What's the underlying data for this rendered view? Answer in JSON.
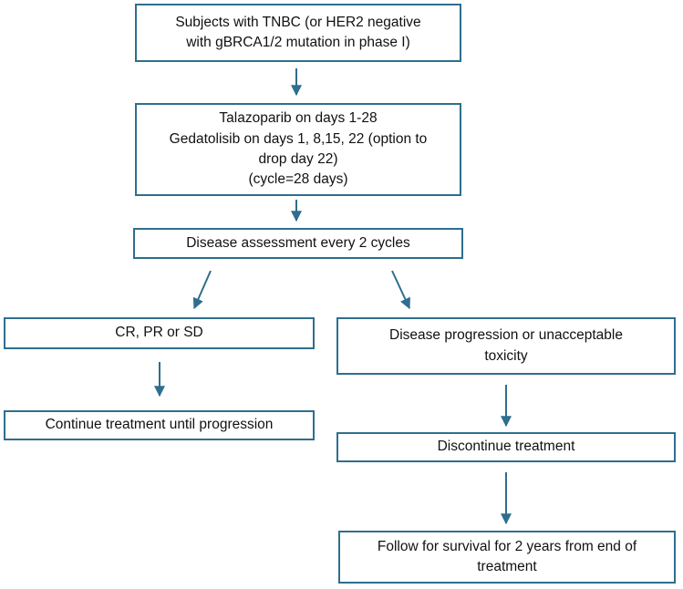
{
  "colors": {
    "box_border": "#2e6e8e",
    "arrow": "#2e6e8e",
    "text": "#111111"
  },
  "nodes": {
    "subjects": [
      "Subjects with TNBC (or HER2 negative",
      "with gBRCA1/2 mutation in phase I)"
    ],
    "regimen": [
      "Talazoparib on days 1-28",
      "Gedatolisib on days 1, 8,15, 22 (option to",
      "drop day 22)",
      "(cycle=28 days)"
    ],
    "assessment": [
      "Disease assessment every 2 cycles"
    ],
    "response": [
      "CR, PR or SD"
    ],
    "progression": [
      "Disease progression or unacceptable",
      "toxicity"
    ],
    "continue": [
      "Continue treatment until progression"
    ],
    "discontinue": [
      "Discontinue treatment"
    ],
    "follow": [
      "Follow for survival for 2 years from end of",
      "treatment"
    ]
  }
}
